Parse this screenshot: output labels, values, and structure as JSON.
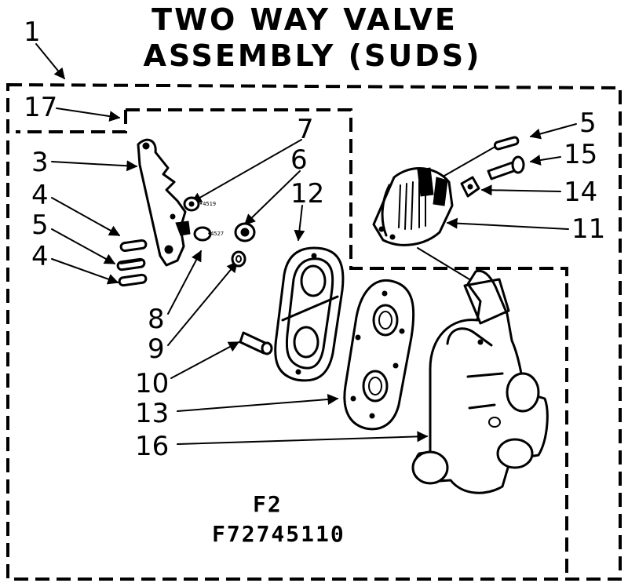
{
  "title": {
    "line1": "TWO WAY VALVE",
    "line2": "ASSEMBLY (SUDS)"
  },
  "callouts": {
    "assembly": "1",
    "lever_group": "17",
    "lever": "3",
    "pin_upper": "4",
    "clip_left": "5",
    "pin_lower": "4",
    "screw_7": "7",
    "bushing_6": "6",
    "gasket_12": "12",
    "screw_8": "8",
    "washer_9": "9",
    "stud_10": "10",
    "plate_13": "13",
    "body_16": "16",
    "clip_right": "5",
    "screw_15": "15",
    "nut_14": "14",
    "solenoid_11": "11"
  },
  "caption": {
    "figure": "F2",
    "part_number": "F72745110"
  }
}
